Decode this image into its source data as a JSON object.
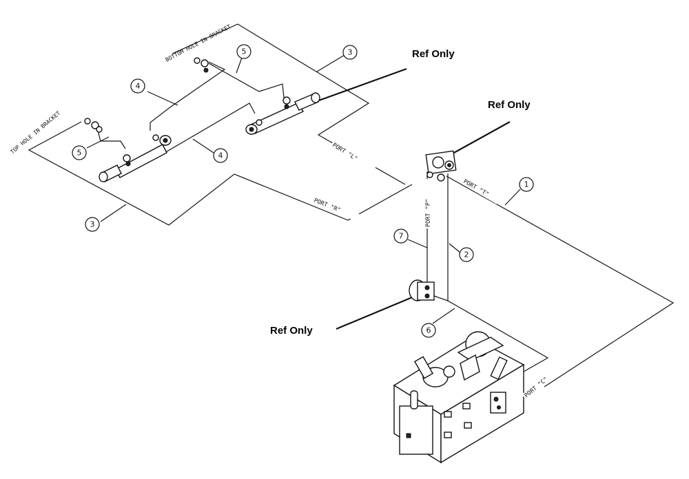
{
  "callouts": {
    "c1": "1",
    "c2": "2",
    "c3a": "3",
    "c3b": "3",
    "c4a": "4",
    "c4b": "4",
    "c5a": "5",
    "c5b": "5",
    "c6": "6",
    "c7": "7"
  },
  "ports": {
    "l": "PORT \"L\"",
    "r": "PORT \"R\"",
    "p": "PORT \"P\"",
    "t": "PORT \"T\"",
    "c": "PORT \"C\""
  },
  "notes": {
    "bottom_hole": "BOTTOM HOLE IN BRACKET",
    "top_hole": "TOP HOLE IN BRACKET"
  },
  "ref_labels": {
    "top_cylinder": "Ref Only",
    "valve": "Ref Only",
    "pump": "Ref Only"
  }
}
